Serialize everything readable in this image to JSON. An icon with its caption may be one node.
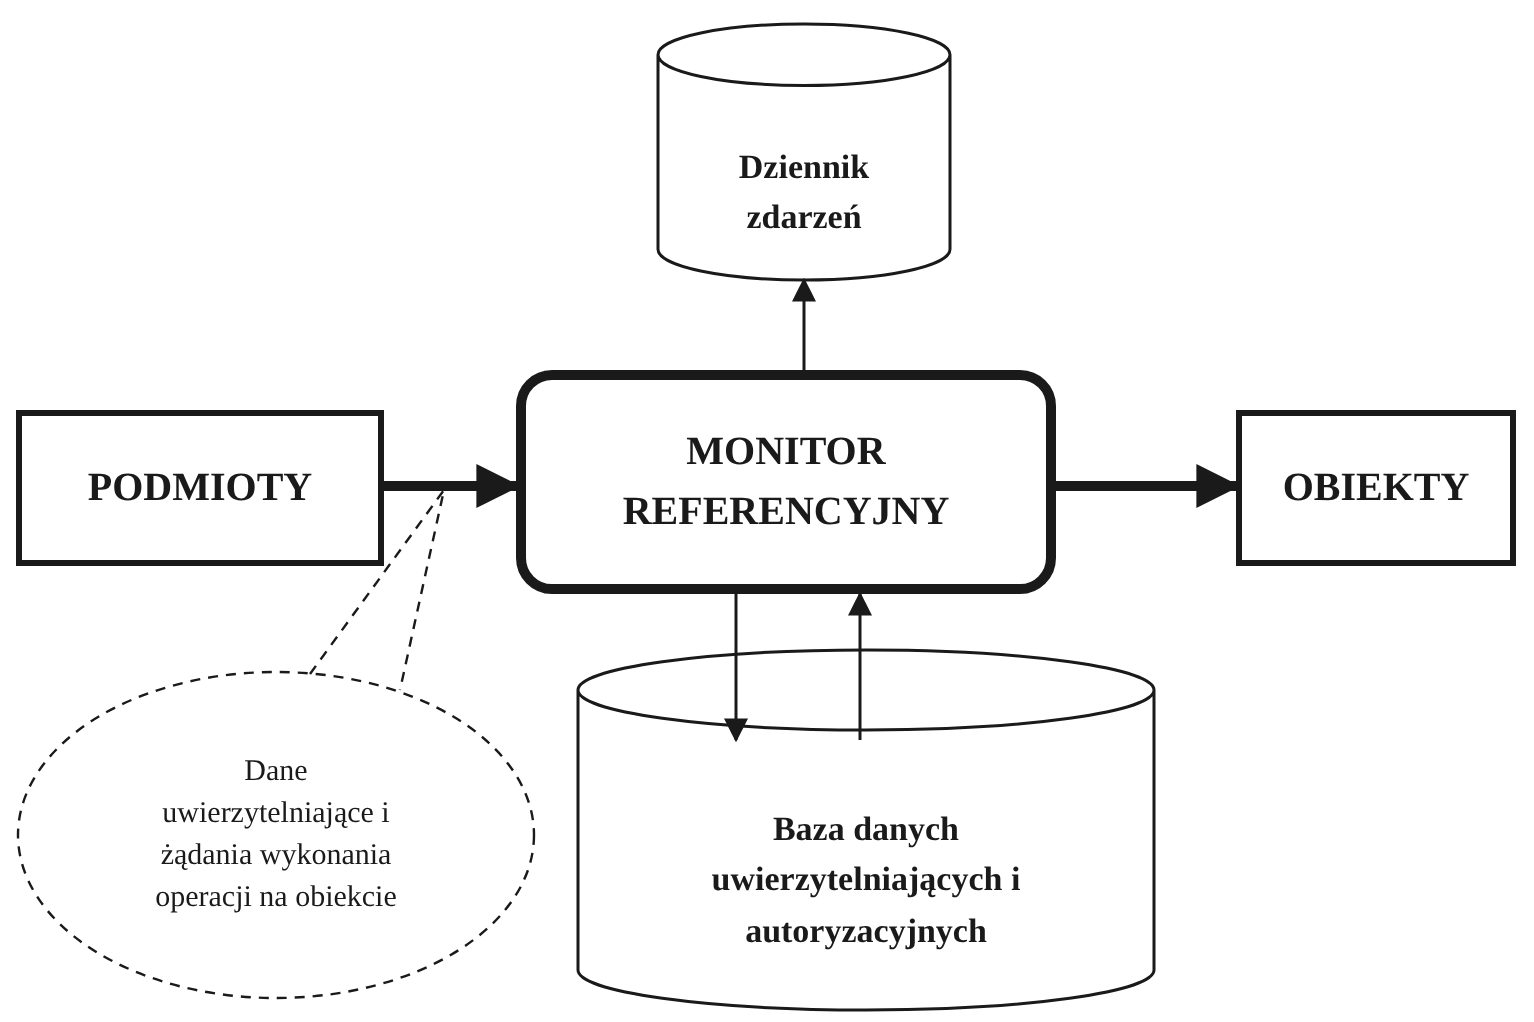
{
  "diagram": {
    "nodes": [
      {
        "text": [
          "Dziennik zdarzeń"
        ]
      },
      {
        "text": [
          "PODMIOTY"
        ]
      },
      {
        "text": [
          "MONITOR REFERENCYJNY"
        ]
      },
      {
        "text": [
          "OBIEKTY"
        ]
      },
      {
        "text": [
          "Baza danych uwierzytelniających i autoryzacyjnych"
        ]
      },
      {
        "text": [
          "Dane uwierzytelniające i żądania wykonania operacji na obiekcie"
        ]
      }
    ],
    "edges": [
      {
        "from": 2,
        "to": 0,
        "arrow": "to"
      },
      {
        "from": 1,
        "to": 2,
        "arrow": "to",
        "style": "thick"
      },
      {
        "from": 2,
        "to": 3,
        "arrow": "to",
        "style": "thick"
      },
      {
        "from": 2,
        "to": 4,
        "arrow": "to"
      },
      {
        "from": 4,
        "to": 2,
        "arrow": "to"
      },
      {
        "from": 5,
        "to": null,
        "arrow": "none",
        "style": "dashed"
      }
    ]
  }
}
